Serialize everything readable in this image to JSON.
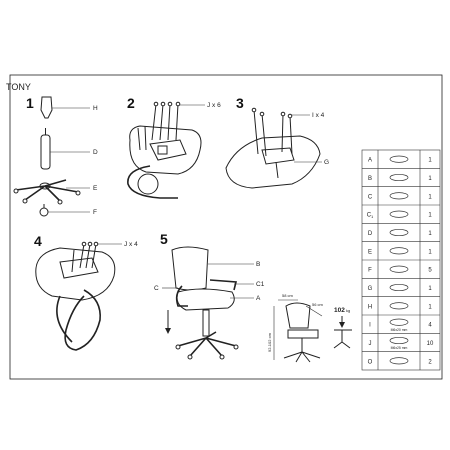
{
  "title": "TONY",
  "steps": [
    "1",
    "2",
    "3",
    "4",
    "5"
  ],
  "step1": {
    "labels": [
      "H",
      "D",
      "E",
      "F"
    ]
  },
  "step2": {
    "callout": "J x 6"
  },
  "step3": {
    "callout": "I x 4",
    "label": "G"
  },
  "step4": {
    "callout": "J x 4"
  },
  "step5": {
    "labels": [
      "B",
      "C",
      "C1",
      "A"
    ]
  },
  "dimensions": {
    "width": "58 cm",
    "depth": "56 cm",
    "height": "92-102 cm"
  },
  "load_rating": {
    "value": "102",
    "unit": "kg"
  },
  "parts_table": {
    "rows": [
      {
        "code": "A",
        "qty": "1",
        "note": ""
      },
      {
        "code": "B",
        "qty": "1",
        "note": ""
      },
      {
        "code": "C",
        "qty": "1",
        "note": ""
      },
      {
        "code": "C1",
        "qty": "1",
        "note": ""
      },
      {
        "code": "D",
        "qty": "1",
        "note": ""
      },
      {
        "code": "E",
        "qty": "1",
        "note": ""
      },
      {
        "code": "F",
        "qty": "5",
        "note": ""
      },
      {
        "code": "G",
        "qty": "1",
        "note": ""
      },
      {
        "code": "H",
        "qty": "1",
        "note": ""
      },
      {
        "code": "I",
        "qty": "4",
        "note": "M6x20 mm"
      },
      {
        "code": "J",
        "qty": "10",
        "note": "M6x25 mm"
      },
      {
        "code": "O",
        "qty": "2",
        "note": ""
      }
    ]
  }
}
